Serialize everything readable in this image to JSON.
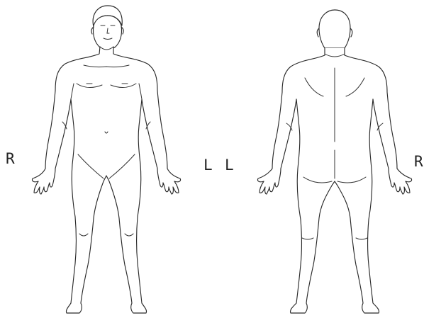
{
  "diagram": {
    "front_view": {
      "right_label": "R",
      "left_label": "L"
    },
    "back_view": {
      "left_label": "L",
      "right_label": "R"
    }
  }
}
